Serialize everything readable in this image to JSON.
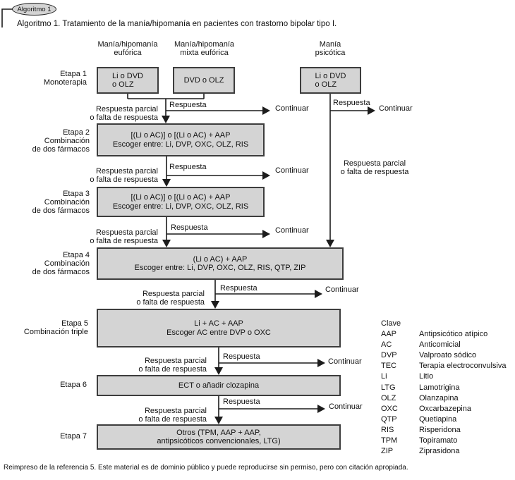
{
  "badge": "Algoritmo 1",
  "title": "Algoritmo 1. Tratamiento de la manía/hipomanía en pacientes con trastorno bipolar tipo I.",
  "columns": [
    [
      "Manía/hipomanía",
      "eufórica"
    ],
    [
      "Manía/hipomanía",
      "mixta eufórica"
    ],
    [
      "Manía",
      "psicótica"
    ]
  ],
  "edges": {
    "response": "Respuesta",
    "continue": "Continuar",
    "partial1": "Respuesta parcial",
    "partial2": "o falta de respuesta"
  },
  "stages": {
    "s1": {
      "label": [
        "Etapa 1",
        "Monoterapia"
      ],
      "box_euforica": [
        "Li o DVD",
        "o OLZ"
      ],
      "box_mixta": [
        "DVD o OLZ"
      ],
      "box_psicotica": [
        "Li o DVD",
        "o OLZ"
      ]
    },
    "s2": {
      "label": [
        "Etapa 2",
        "Combinación",
        "de dos fármacos"
      ],
      "box": [
        "[(Li o AC)] o [(Li o AC) + AAP",
        "Escoger entre: Li, DVP, OXC, OLZ, RIS"
      ]
    },
    "s3": {
      "label": [
        "Etapa 3",
        "Combinación",
        "de dos fármacos"
      ],
      "box": [
        "[(Li o AC)] o [(Li o AC) + AAP",
        "Escoger entre: Li, DVP, OXC, OLZ, RIS"
      ]
    },
    "s4": {
      "label": [
        "Etapa 4",
        "Combinación",
        "de dos fármacos"
      ],
      "box": [
        "(Li o AC) + AAP",
        "Escoger entre: Li, DVP, OXC, OLZ, RIS, QTP, ZIP"
      ]
    },
    "s5": {
      "label": [
        "Etapa 5",
        "Combinación triple"
      ],
      "box": [
        "Li + AC + AAP",
        "Escoger AC entre DVP o OXC"
      ]
    },
    "s6": {
      "label": [
        "Etapa 6"
      ],
      "box": [
        "ECT o añadir clozapina"
      ]
    },
    "s7": {
      "label": [
        "Etapa 7"
      ],
      "box": [
        "Otros (TPM, AAP + AAP,",
        "antipsicóticos convencionales, LTG)"
      ]
    }
  },
  "legend": {
    "title": "Clave",
    "rows": [
      {
        "abbr": "AAP",
        "def": "Antipsicótico atípico"
      },
      {
        "abbr": "AC",
        "def": "Anticomicial"
      },
      {
        "abbr": "DVP",
        "def": "Valproato sódico"
      },
      {
        "abbr": "TEC",
        "def": "Terapia electroconvulsiva"
      },
      {
        "abbr": "Li",
        "def": "Litio"
      },
      {
        "abbr": "LTG",
        "def": "Lamotrigina"
      },
      {
        "abbr": "OLZ",
        "def": "Olanzapina"
      },
      {
        "abbr": "OXC",
        "def": "Oxcarbazepina"
      },
      {
        "abbr": "QTP",
        "def": "Quetiapina"
      },
      {
        "abbr": "RIS",
        "def": "Risperidona"
      },
      {
        "abbr": "TPM",
        "def": "Topiramato"
      },
      {
        "abbr": "ZIP",
        "def": "Ziprasidona"
      }
    ]
  },
  "footer": "Reimpreso de la referencia 5. Este material es de dominio público y puede reproducirse sin permiso, pero con citación apropiada.",
  "colors": {
    "box_fill": "#d4d4d4",
    "box_border": "#3d3d3d",
    "line": "#1c1c1c"
  }
}
